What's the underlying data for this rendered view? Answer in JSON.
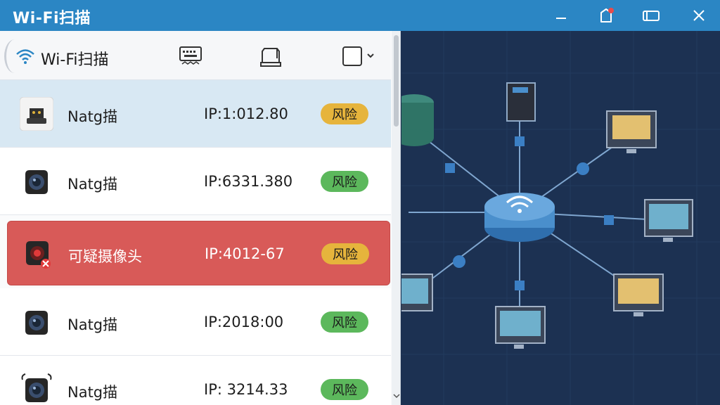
{
  "window": {
    "title": "Wi-Fi扫描"
  },
  "toolbar": {
    "label": "Wi-Fi扫描"
  },
  "devices": [
    {
      "name": "Natg描",
      "ip": "IP:1:012.80",
      "risk": "风险",
      "risk_color": "#e6b43c",
      "state": "selected",
      "icon": "camera-icon"
    },
    {
      "name": "Natg描",
      "ip": "IP:6331.380",
      "risk": "风险",
      "risk_color": "#5cb85c",
      "state": "normal",
      "icon": "webcam-icon"
    },
    {
      "name": "可疑摄像头",
      "ip": "IP:4012-67",
      "risk": "风险",
      "risk_color": "#e6b43c",
      "state": "alert",
      "icon": "suspicious-camera-icon"
    },
    {
      "name": "Natg描",
      "ip": "IP:2018:00",
      "risk": "风险",
      "risk_color": "#5cb85c",
      "state": "normal",
      "icon": "webcam-icon"
    },
    {
      "name": "Natg描",
      "ip": "IP: 3214.33",
      "risk": "风险",
      "risk_color": "#5cb85c",
      "state": "normal",
      "icon": "webcam-icon"
    }
  ],
  "colors": {
    "titlebar": "#2b86c4",
    "alert_row": "#d85a58",
    "selected_row": "#d8e8f3",
    "diagram_bg": "#1c3152",
    "router": "#4a8fcc"
  }
}
